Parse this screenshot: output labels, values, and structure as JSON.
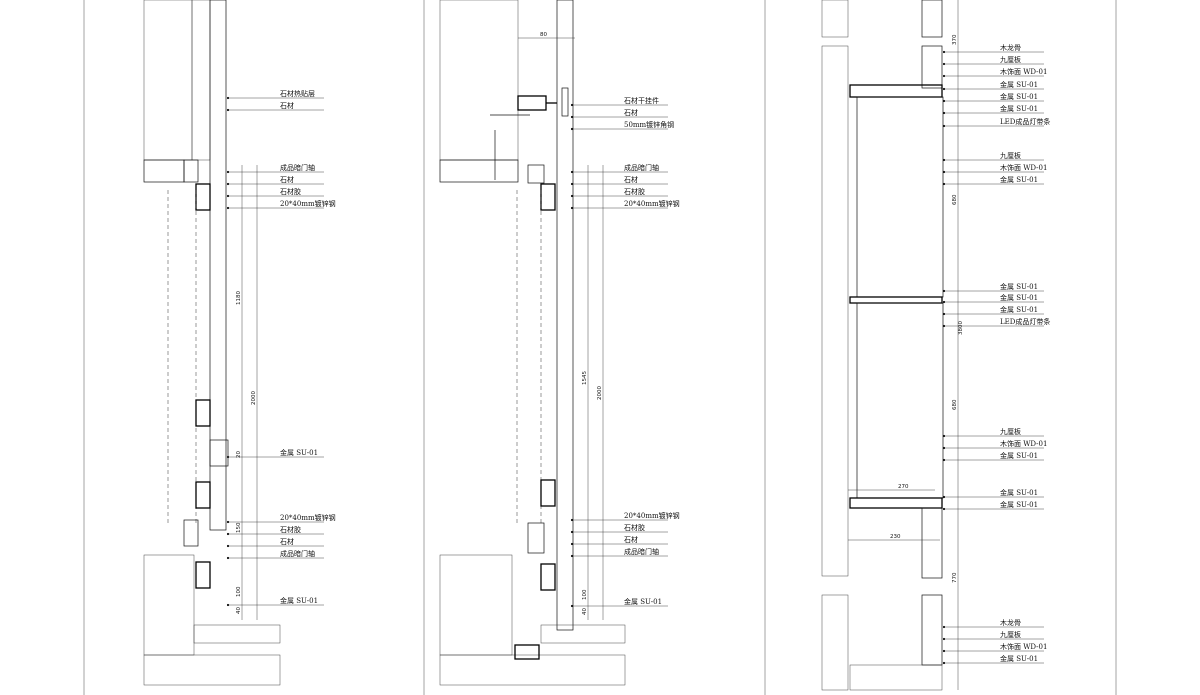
{
  "section_a": {
    "labels": [
      "石材热贴层",
      "石材",
      "成品暗门轴",
      "石材",
      "石材胶",
      "20*40mm镀锌钢",
      "金属 SU-01",
      "20*40mm镀锌钢",
      "石材胶",
      "石材",
      "成品暗门轴",
      "金属 SU-01"
    ],
    "dims": [
      "1180",
      "2000",
      "20",
      "150",
      "100",
      "40"
    ]
  },
  "section_b": {
    "labels": [
      "石材干挂件",
      "石材",
      "50mm镀锌角钢",
      "成品暗门轴",
      "石材",
      "石材胶",
      "20*40mm镀锌钢",
      "20*40mm镀锌钢",
      "石材胶",
      "石材",
      "成品暗门轴",
      "金属 SU-01"
    ],
    "dims": [
      "80",
      "1545",
      "2000",
      "100",
      "40"
    ]
  },
  "section_c": {
    "labels": [
      "木龙骨",
      "九厘板",
      "木饰面 WD-01",
      "金属 SU-01",
      "金属 SU-01",
      "金属 SU-01",
      "LED成品灯带条",
      "九厘板",
      "木饰面 WD-01",
      "金属 SU-01",
      "金属 SU-01",
      "金属 SU-01",
      "金属 SU-01",
      "LED成品灯带条",
      "九厘板",
      "木饰面 WD-01",
      "金属 SU-01",
      "金属 SU-01",
      "金属 SU-01",
      "木龙骨",
      "九厘板",
      "木饰面 WD-01",
      "金属 SU-01"
    ],
    "dims": [
      "370",
      "680",
      "3800",
      "680",
      "270",
      "230",
      "770"
    ]
  }
}
